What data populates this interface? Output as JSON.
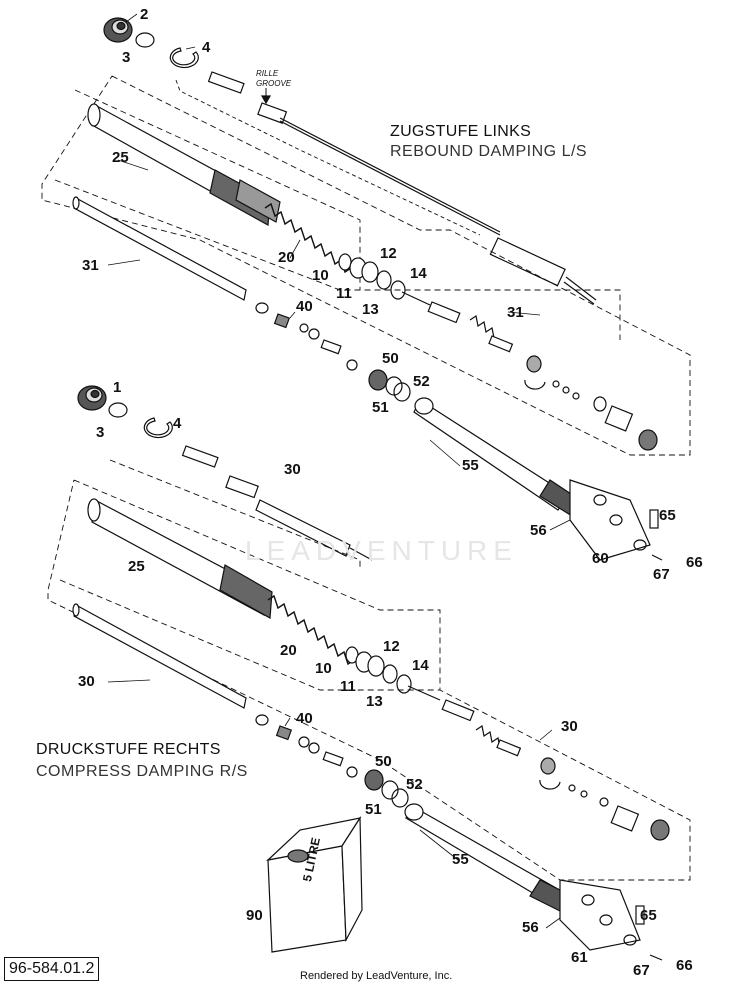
{
  "diagram": {
    "top_heading": {
      "line1": "ZUGSTUFE LINKS",
      "line2": "REBOUND DAMPING L/S"
    },
    "bottom_heading": {
      "line1": "DRUCKSTUFE RECHTS",
      "line2": "COMPRESS DAMPING R/S"
    },
    "groove_note": {
      "line1": "RILLE",
      "line2": "GROOVE"
    },
    "can_label": "5 LITRE",
    "watermark": "LEADVENTURE",
    "diagram_number": "96-584.01.2",
    "credit": "Rendered by LeadVenture, Inc."
  },
  "callouts": {
    "top": {
      "c2": "2",
      "c3": "3",
      "c4": "4",
      "c25": "25",
      "c31a": "31",
      "c20": "20",
      "c10": "10",
      "c11": "11",
      "c12": "12",
      "c13": "13",
      "c14": "14",
      "c31b": "31",
      "c40": "40",
      "c50": "50",
      "c51": "51",
      "c52": "52"
    },
    "bottom": {
      "c1": "1",
      "c3": "3",
      "c4": "4",
      "c30a": "30",
      "c55a": "55",
      "c56a": "56",
      "c65a": "65",
      "c60": "60",
      "c67a": "67",
      "c66a": "66",
      "c25": "25",
      "c20": "20",
      "c10": "10",
      "c11": "11",
      "c12": "12",
      "c13": "13",
      "c14": "14",
      "c30b": "30",
      "c40": "40",
      "c30c": "30",
      "c50": "50",
      "c51": "51",
      "c52": "52",
      "c55b": "55",
      "c90": "90",
      "c56b": "56",
      "c65b": "65",
      "c61": "61",
      "c67b": "67",
      "c66b": "66"
    }
  }
}
